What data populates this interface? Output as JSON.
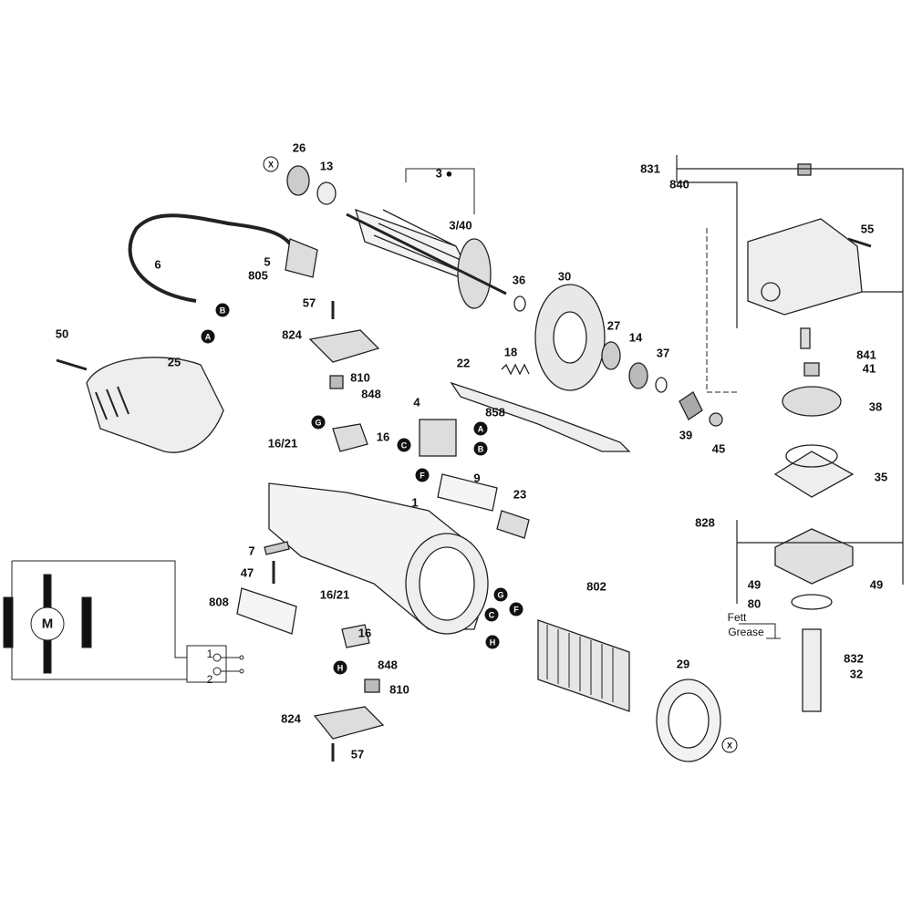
{
  "labels": [
    "26",
    "13",
    "3 ●",
    "3/40",
    "5",
    "805",
    "6",
    "57",
    "824",
    "36",
    "30",
    "27",
    "14",
    "37",
    "18",
    "22",
    "810",
    "848",
    "4",
    "858",
    "16",
    "16/21",
    "9",
    "23",
    "1",
    "50",
    "25",
    "7",
    "47",
    "808",
    "16/21",
    "16",
    "848",
    "810",
    "824",
    "57",
    "802",
    "29",
    "39",
    "45",
    "38",
    "841",
    "41",
    "35",
    "828",
    "49",
    "49",
    "80",
    "832",
    "32",
    "831",
    "840",
    "55"
  ],
  "markers": [
    "X",
    "B",
    "A",
    "A",
    "C",
    "B",
    "F",
    "G",
    "G",
    "H",
    "C",
    "F",
    "H",
    "X"
  ],
  "grease_note": {
    "line1": "Fett",
    "line2": "Grease"
  },
  "wiring": {
    "motor": "M",
    "terminal_1": "1",
    "terminal_2": "2"
  }
}
